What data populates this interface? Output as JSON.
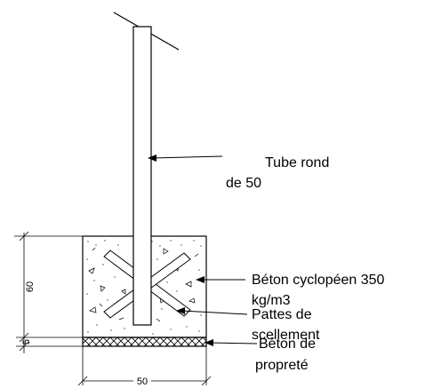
{
  "labels": {
    "tube_line1": "Tube rond",
    "tube_line2": "de 50",
    "beton_cyclo_line1": "Béton cyclopéen 350",
    "beton_cyclo_line2": "kg/m3",
    "pattes_line1": "Pattes de",
    "pattes_line2": "scellement",
    "proprete_line1": "Béton de",
    "proprete_line2": "propreté"
  },
  "dimensions": {
    "height_main": "60",
    "height_base": "5",
    "width": "50"
  }
}
